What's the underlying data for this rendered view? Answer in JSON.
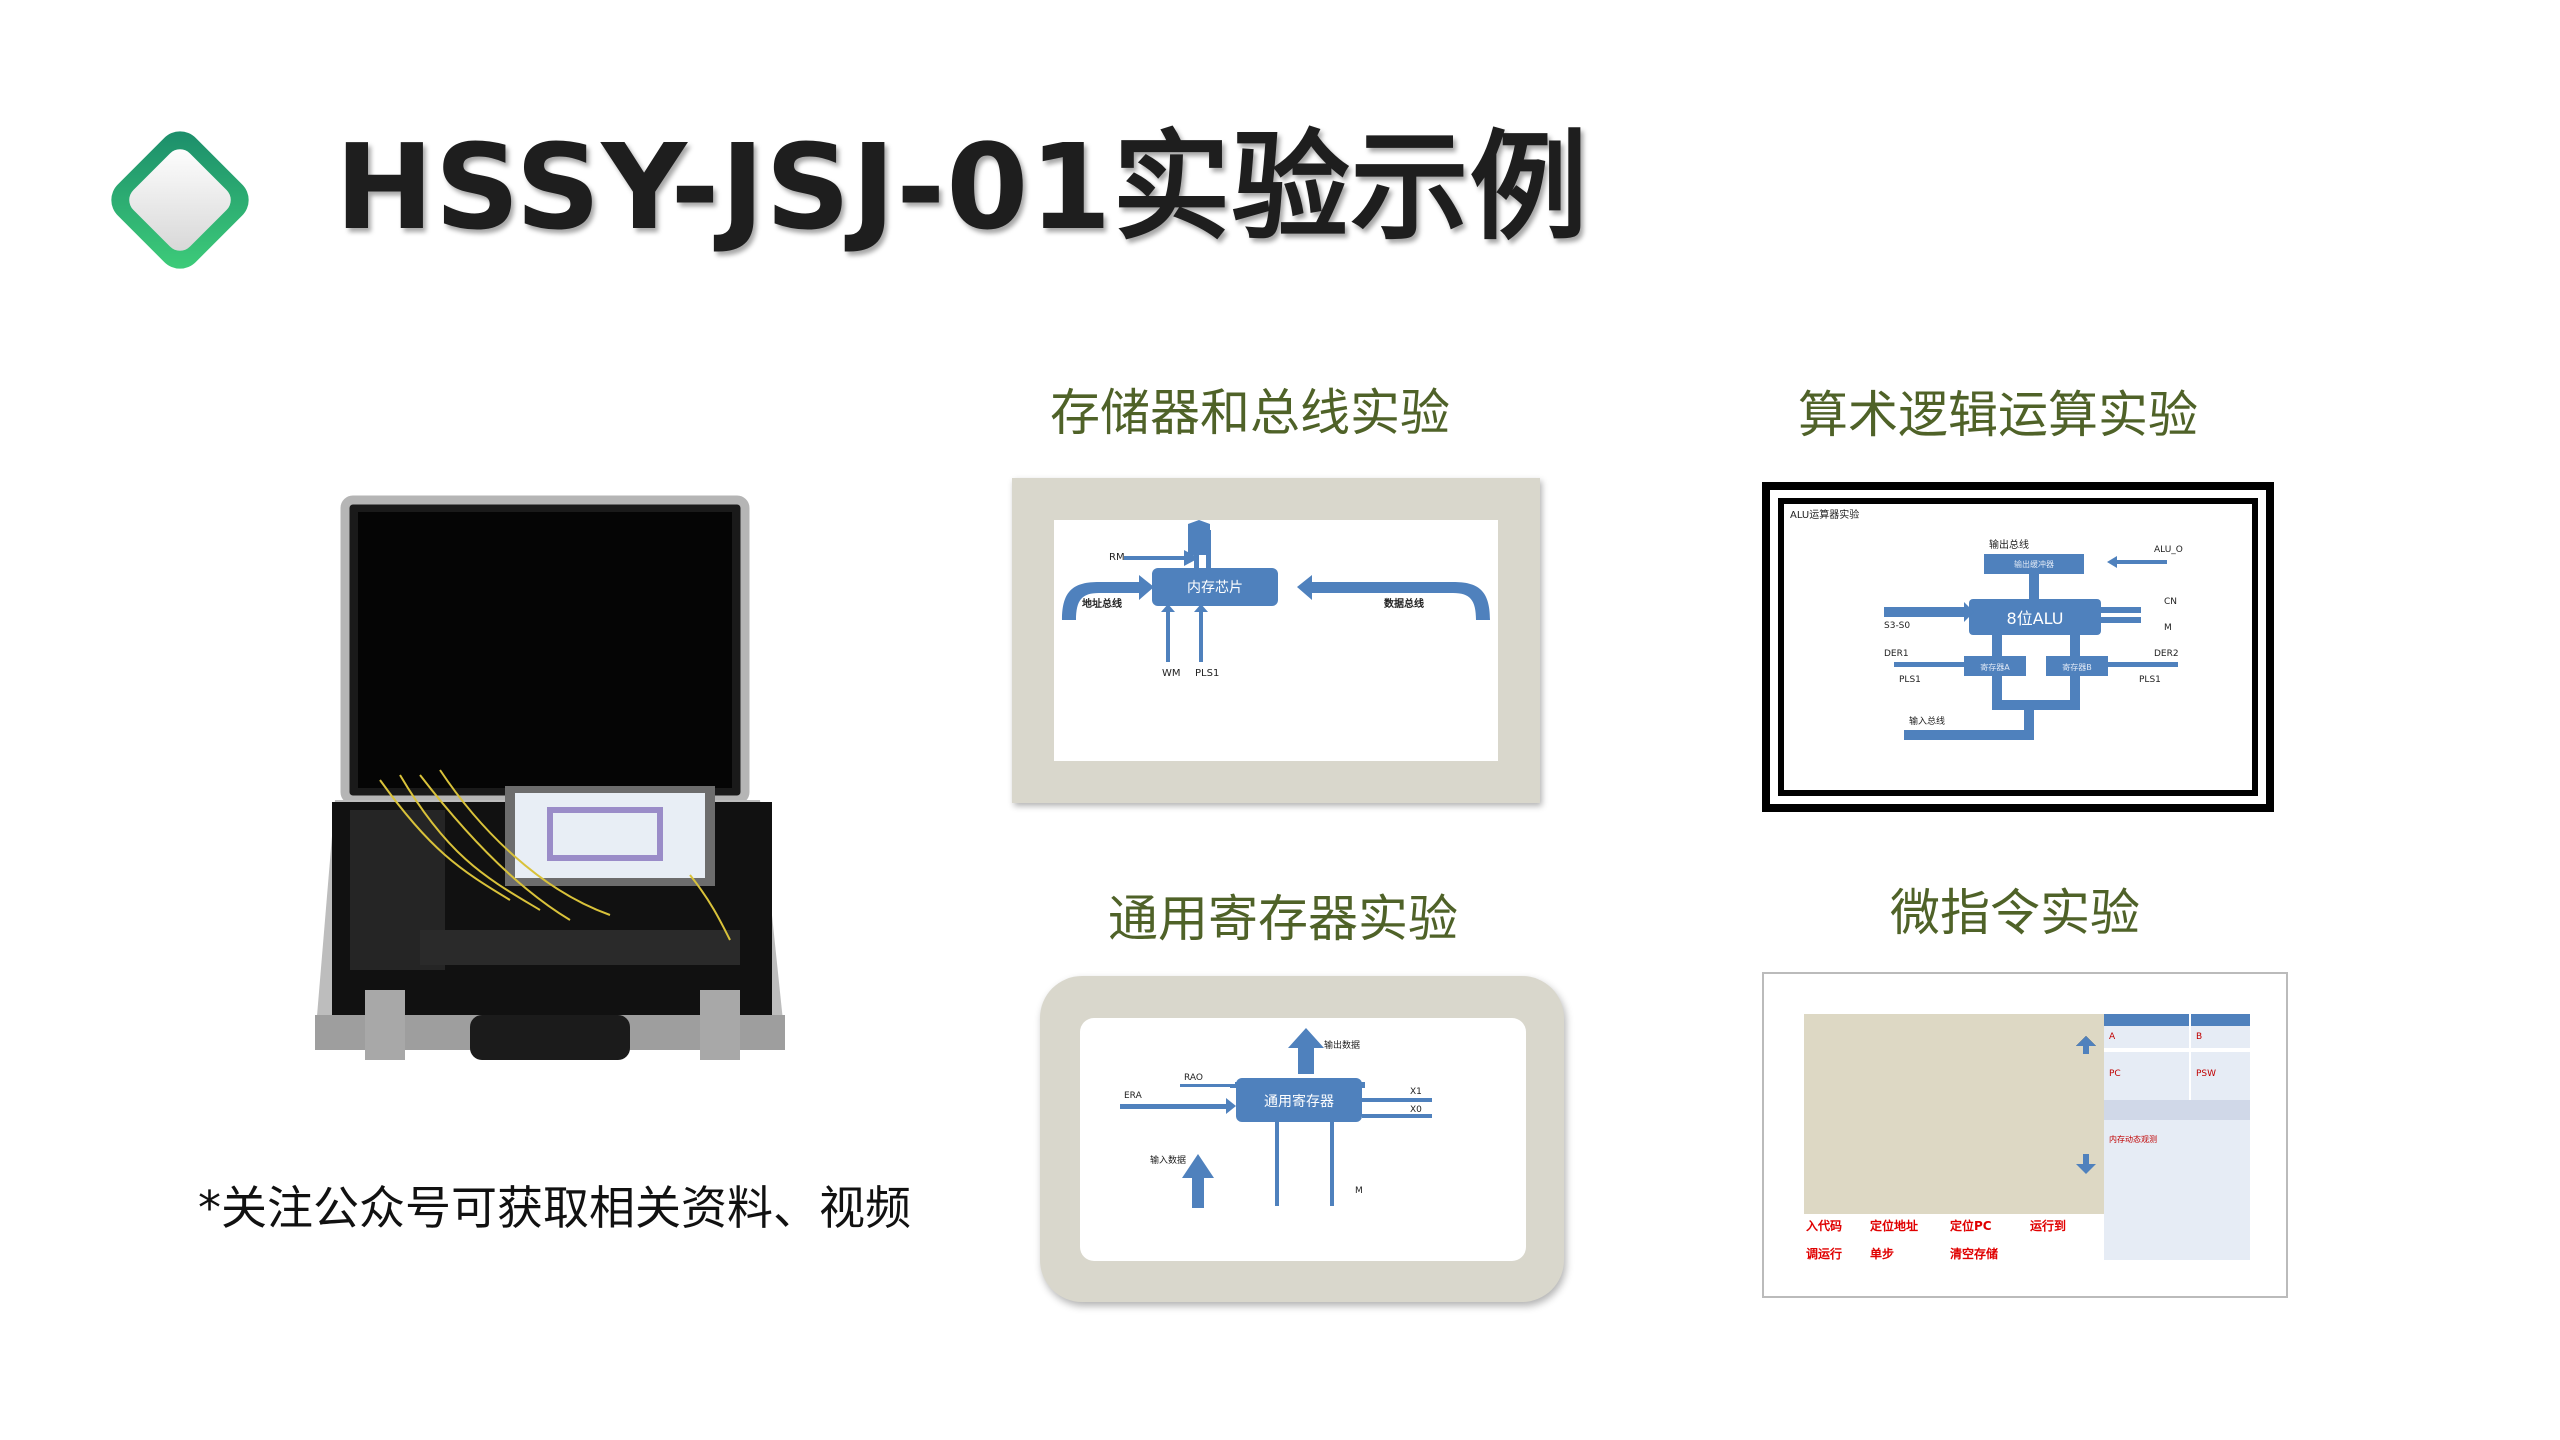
{
  "title": "HSSY-JSJ-01实验示例",
  "footnote": "*关注公众号可获取相关资料、视频",
  "experiments": {
    "memory_bus": {
      "caption": "存储器和总线实验",
      "labels": {
        "rm": "RM",
        "chip": "内存芯片",
        "addr_bus": "地址总线",
        "data_bus": "数据总线",
        "wm": "WM",
        "pls1": "PLS1"
      }
    },
    "alu": {
      "caption": "算术逻辑运算实验",
      "labels": {
        "heading": "ALU运算器实验",
        "out_bus": "输出总线",
        "out_reg": "输出缓冲器",
        "alu_o": "ALU_O",
        "cn": "CN",
        "s3s0": "S3-S0",
        "alu": "8位ALU",
        "m": "M",
        "der1": "DER1",
        "der2": "DER2",
        "reg_a": "寄存器A",
        "reg_b": "寄存器B",
        "pls1_left": "PLS1",
        "pls1_right": "PLS1",
        "in_bus": "输入总线"
      }
    },
    "general_reg": {
      "caption": "通用寄存器实验",
      "labels": {
        "out_data": "输出数据",
        "rao": "RAO",
        "x1": "X1",
        "era": "ERA",
        "reg": "通用寄存器",
        "x0": "X0",
        "in_data": "输入数据",
        "m": "M"
      }
    },
    "microinstruction": {
      "caption": "微指令实验",
      "labels": {
        "a": "A",
        "b": "B",
        "pc": "PC",
        "psw": "PSW",
        "mem_view": "内存动态观测",
        "input_code": "入代码",
        "set_addr": "定位地址",
        "set_pc": "定位PC",
        "run_one": "运行到",
        "row2_a": "调运行",
        "row2_b": "单步",
        "row2_c": "清空存储"
      }
    }
  },
  "colors": {
    "caption": "#4f6228",
    "diagram_blue": "#4f81bd",
    "logo_green": "#2db673"
  }
}
